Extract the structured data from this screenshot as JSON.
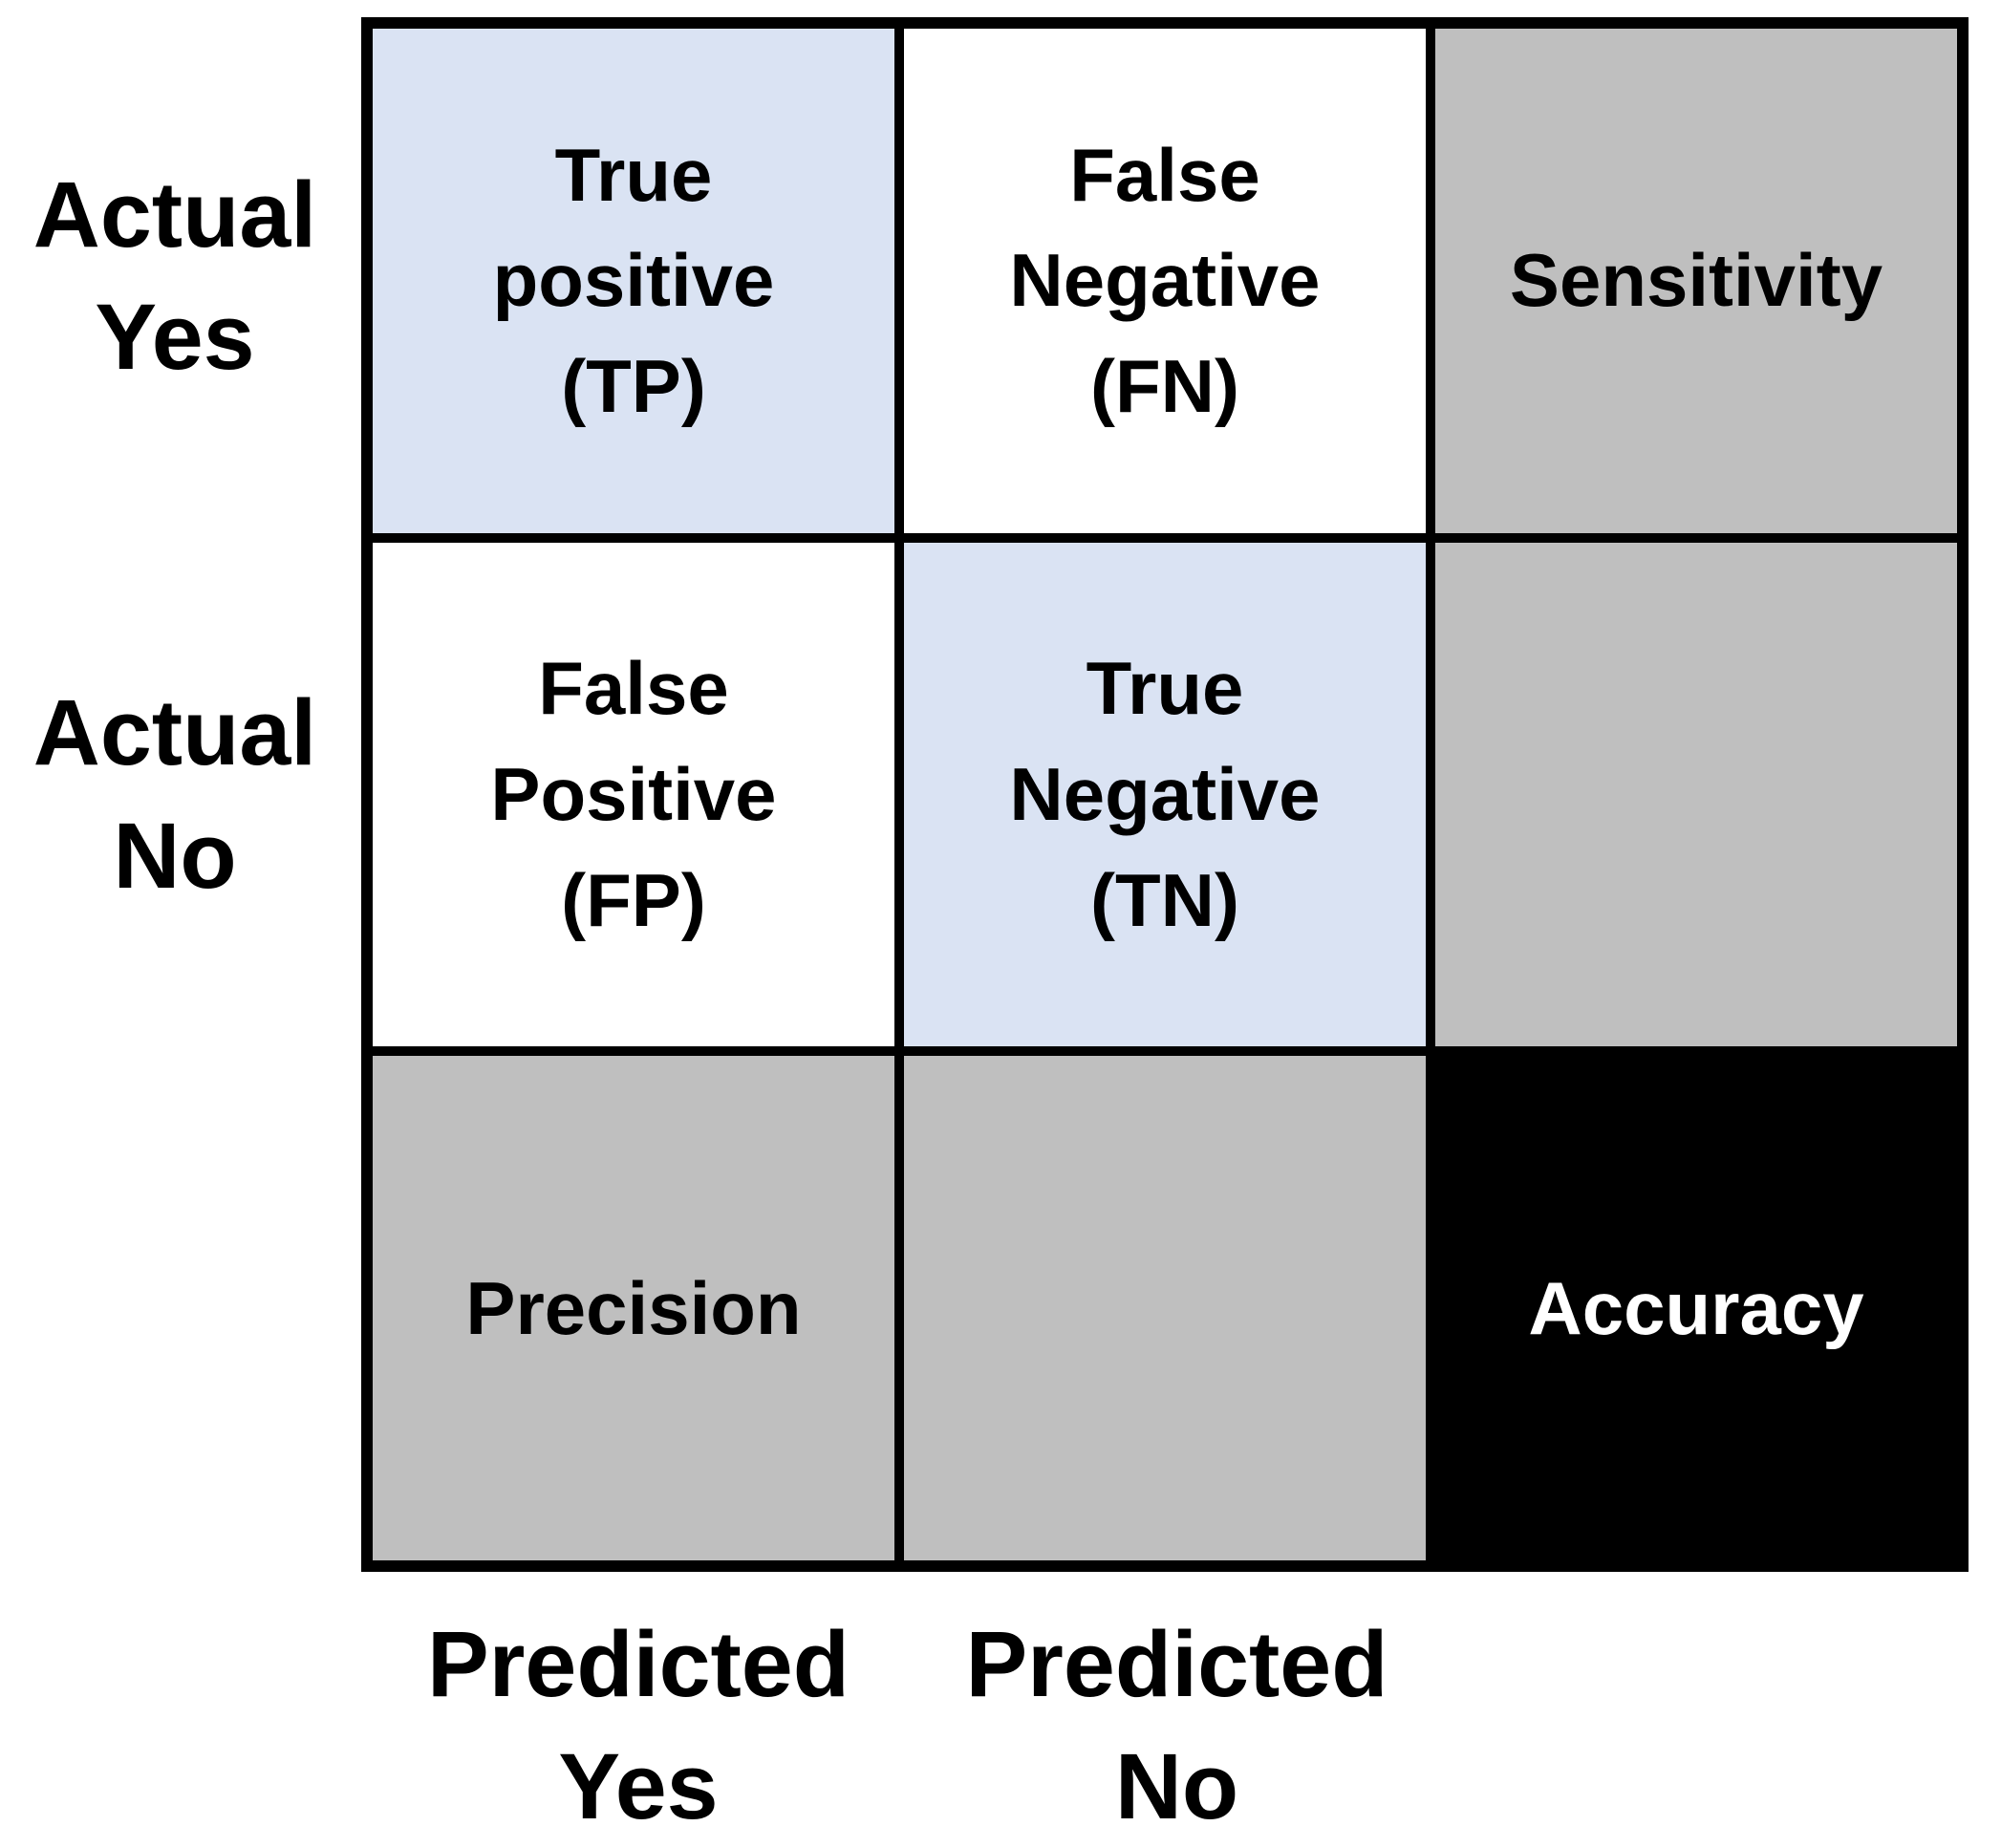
{
  "diagram": {
    "type": "confusion-matrix",
    "row_labels": [
      {
        "text": "Actual\nYes"
      },
      {
        "text": "Actual\nNo"
      }
    ],
    "col_labels": [
      {
        "text": "Predicted\nYes"
      },
      {
        "text": "Predicted\nNo"
      }
    ],
    "cells": {
      "tp": {
        "text": "True\npositive\n(TP)",
        "bg": "#dae3f3",
        "fg": "#000000"
      },
      "fn": {
        "text": "False\nNegative\n(FN)",
        "bg": "#ffffff",
        "fg": "#000000"
      },
      "sensitivity": {
        "text": "Sensitivity",
        "bg": "#bfbfbf",
        "fg": "#000000"
      },
      "fp": {
        "text": "False\nPositive\n(FP)",
        "bg": "#ffffff",
        "fg": "#000000"
      },
      "tn": {
        "text": "True\nNegative\n(TN)",
        "bg": "#dae3f3",
        "fg": "#000000"
      },
      "empty_mid_right": {
        "text": "",
        "bg": "#bfbfbf",
        "fg": "#000000"
      },
      "precision": {
        "text": "Precision",
        "bg": "#bfbfbf",
        "fg": "#000000"
      },
      "empty_bottom_mid": {
        "text": "",
        "bg": "#bfbfbf",
        "fg": "#000000"
      },
      "accuracy": {
        "text": "Accuracy",
        "bg": "#000000",
        "fg": "#ffffff"
      }
    },
    "colors": {
      "border": "#000000",
      "background": "#ffffff",
      "highlight_blue": "#dae3f3",
      "metric_gray": "#bfbfbf",
      "accuracy_black": "#000000"
    }
  }
}
